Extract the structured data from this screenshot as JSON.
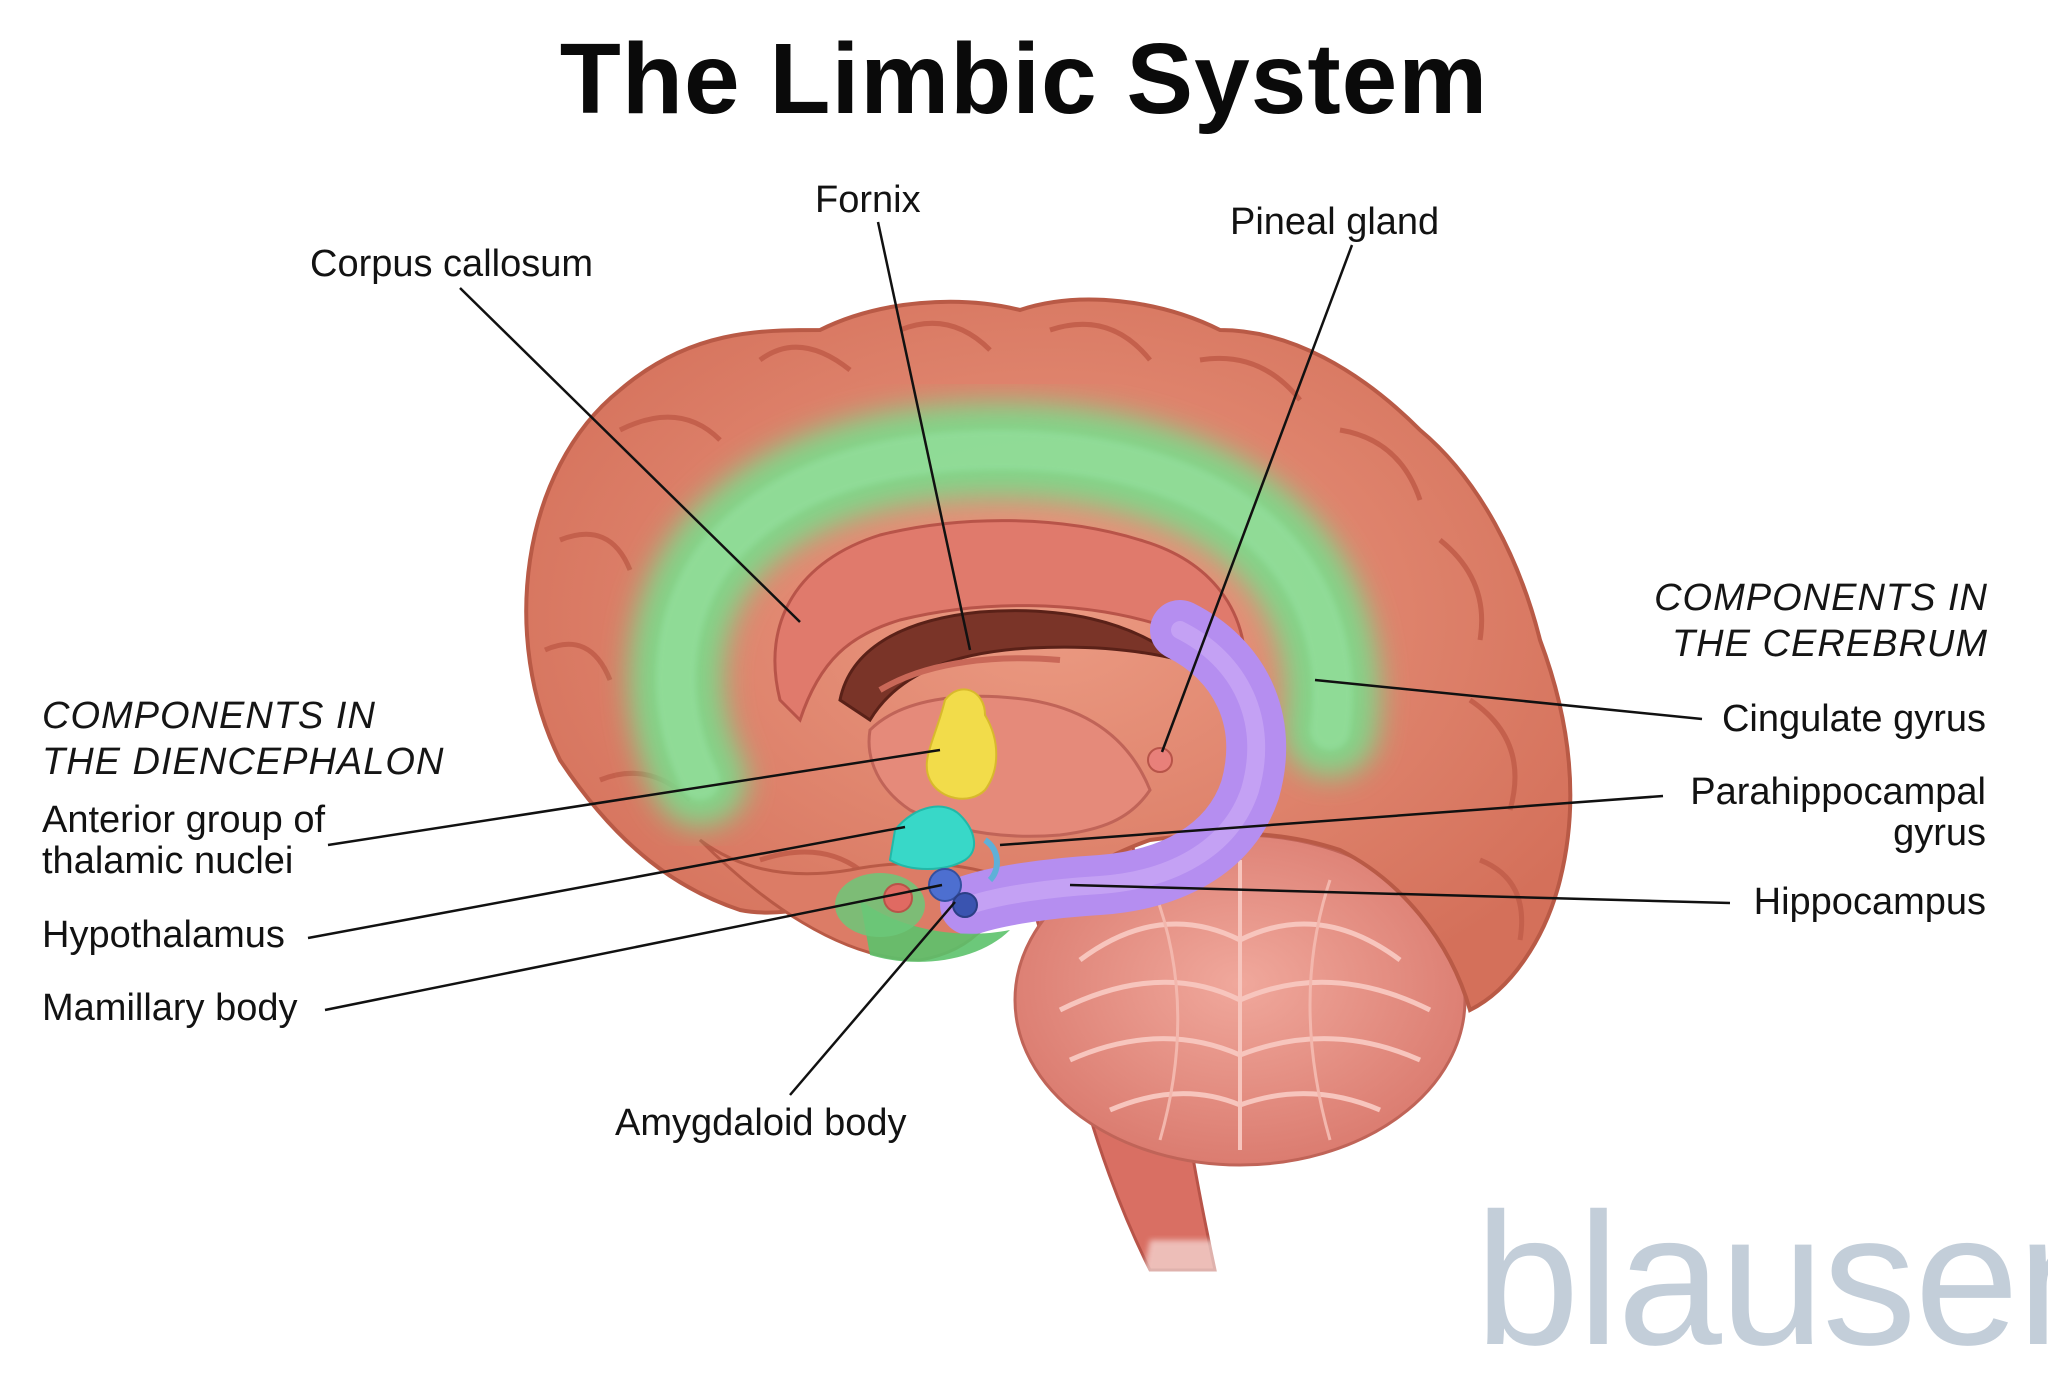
{
  "title": "The Limbic System",
  "sections": {
    "diencephalon": {
      "line1": "COMPONENTS IN",
      "line2": "THE DIENCEPHALON"
    },
    "cerebrum": {
      "line1": "COMPONENTS IN",
      "line2": "THE CEREBRUM"
    }
  },
  "labels": {
    "corpus_callosum": "Corpus callosum",
    "fornix": "Fornix",
    "pineal_gland": "Pineal gland",
    "anterior_thalamic": {
      "line1": "Anterior group of",
      "line2": "thalamic nuclei"
    },
    "hypothalamus": "Hypothalamus",
    "mamillary_body": "Mamillary body",
    "amygdaloid_body": "Amygdaloid body",
    "cingulate_gyrus": "Cingulate gyrus",
    "parahippocampal_gyrus": {
      "line1": "Parahippocampal",
      "line2": "gyrus"
    },
    "hippocampus": "Hippocampus"
  },
  "watermark": "blausen",
  "colors": {
    "cortex": "#e58a72",
    "cortex_dark": "#c9644f",
    "cingulate": "#7fd88a",
    "corpus_callosum": "#e07a6c",
    "hippocampus": "#b58ef0",
    "thalamic_nuclei": "#f2dc4a",
    "hypothalamus": "#38d8c8",
    "mamillary": "#4d6fd0",
    "cerebellum": "#e6968a",
    "brainstem": "#d96f63"
  }
}
